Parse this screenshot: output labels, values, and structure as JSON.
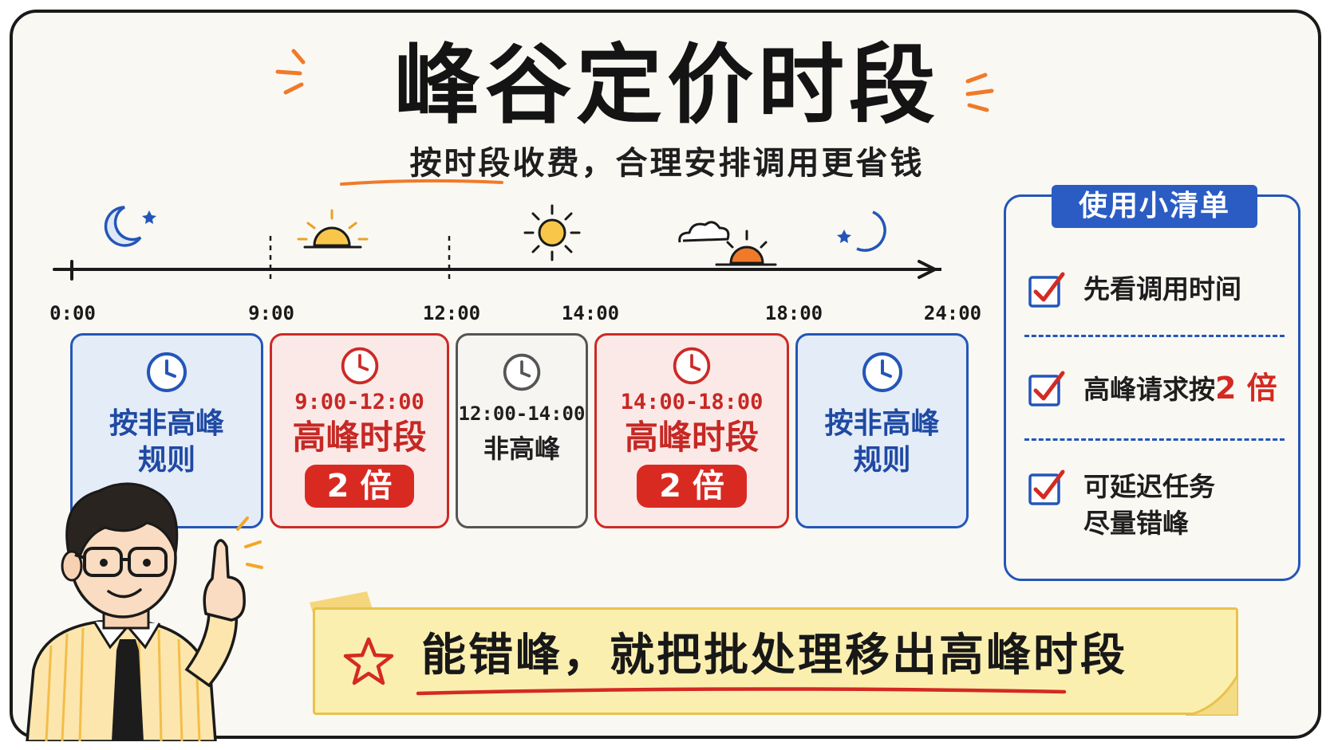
{
  "title": "峰谷定价时段",
  "subtitle": "按时段收费，合理安排调用更省钱",
  "timeline": {
    "labels": [
      "0:00",
      "9:00",
      "12:00",
      "14:00",
      "18:00",
      "24:00"
    ]
  },
  "periods": [
    {
      "kind": "offpeak",
      "lines": [
        "按非高峰",
        "规则"
      ]
    },
    {
      "kind": "peak",
      "time": "9:00-12:00",
      "label": "高峰时段",
      "badge": "2 倍"
    },
    {
      "kind": "offpeak-mid",
      "time": "12:00-14:00",
      "label": "非高峰"
    },
    {
      "kind": "peak",
      "time": "14:00-18:00",
      "label": "高峰时段",
      "badge": "2 倍"
    },
    {
      "kind": "offpeak",
      "lines": [
        "按非高峰",
        "规则"
      ]
    }
  ],
  "checklist": {
    "title": "使用小清单",
    "items": [
      {
        "text": "先看调用时间"
      },
      {
        "text": "高峰请求按",
        "highlight": "2 倍"
      },
      {
        "line1": "可延迟任务",
        "line2": "尽量错峰"
      }
    ]
  },
  "banner": {
    "text": "能错峰，就把批处理移出高峰时段"
  },
  "colors": {
    "peak_red": "#cc2a26",
    "offpeak_blue": "#2356b8",
    "badge_red": "#d92a22",
    "accent_orange": "#f07a2a",
    "banner_yellow": "#fbefb0"
  }
}
